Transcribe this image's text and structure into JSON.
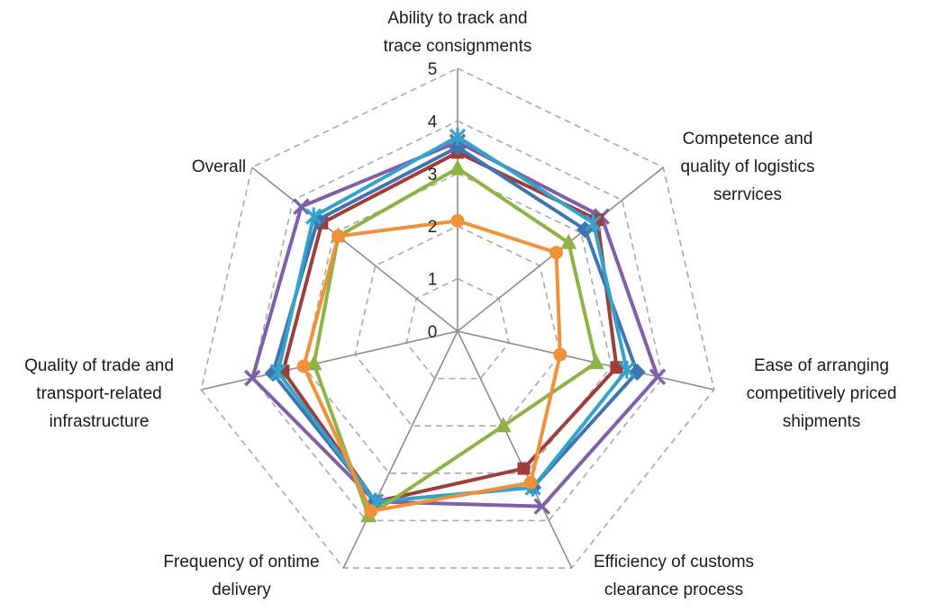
{
  "chart_data": {
    "type": "radar",
    "axes": [
      [
        "Ability to  track and",
        "trace consignments"
      ],
      [
        "Competence and",
        "quality of logistics",
        "serrvices"
      ],
      [
        "Ease of arranging",
        "competitively priced",
        "shipments"
      ],
      [
        "Efficiency of customs",
        "clearance process"
      ],
      [
        "Frequency of ontime",
        "delivery"
      ],
      [
        "Quality of trade and",
        "transport-related",
        "infrastructure"
      ],
      [
        "Overall"
      ]
    ],
    "ticks": [
      "0",
      "1",
      "2",
      "3",
      "4",
      "5"
    ],
    "rlim": [
      0,
      5
    ],
    "grid": true,
    "legend": "none",
    "series": [
      {
        "color": "#7f5fa8",
        "marker": "x",
        "values": [
          3.6,
          3.5,
          3.9,
          3.7,
          3.6,
          4.0,
          3.8
        ]
      },
      {
        "color": "#9e3d3a",
        "marker": "square",
        "values": [
          3.4,
          3.4,
          3.1,
          2.9,
          3.6,
          3.4,
          3.3
        ]
      },
      {
        "color": "#3f74b0",
        "marker": "diamond",
        "values": [
          3.5,
          3.1,
          3.5,
          3.3,
          3.6,
          3.6,
          3.4
        ]
      },
      {
        "color": "#34a3cc",
        "marker": "star",
        "values": [
          3.7,
          3.3,
          3.3,
          3.3,
          3.6,
          3.5,
          3.5
        ]
      },
      {
        "color": "#8db346",
        "marker": "triangle",
        "values": [
          3.1,
          2.7,
          2.7,
          2.0,
          3.9,
          2.8,
          2.9
        ]
      },
      {
        "color": "#f0913a",
        "marker": "circle",
        "values": [
          2.1,
          2.4,
          2.0,
          3.2,
          3.8,
          3.0,
          2.9
        ]
      }
    ]
  }
}
